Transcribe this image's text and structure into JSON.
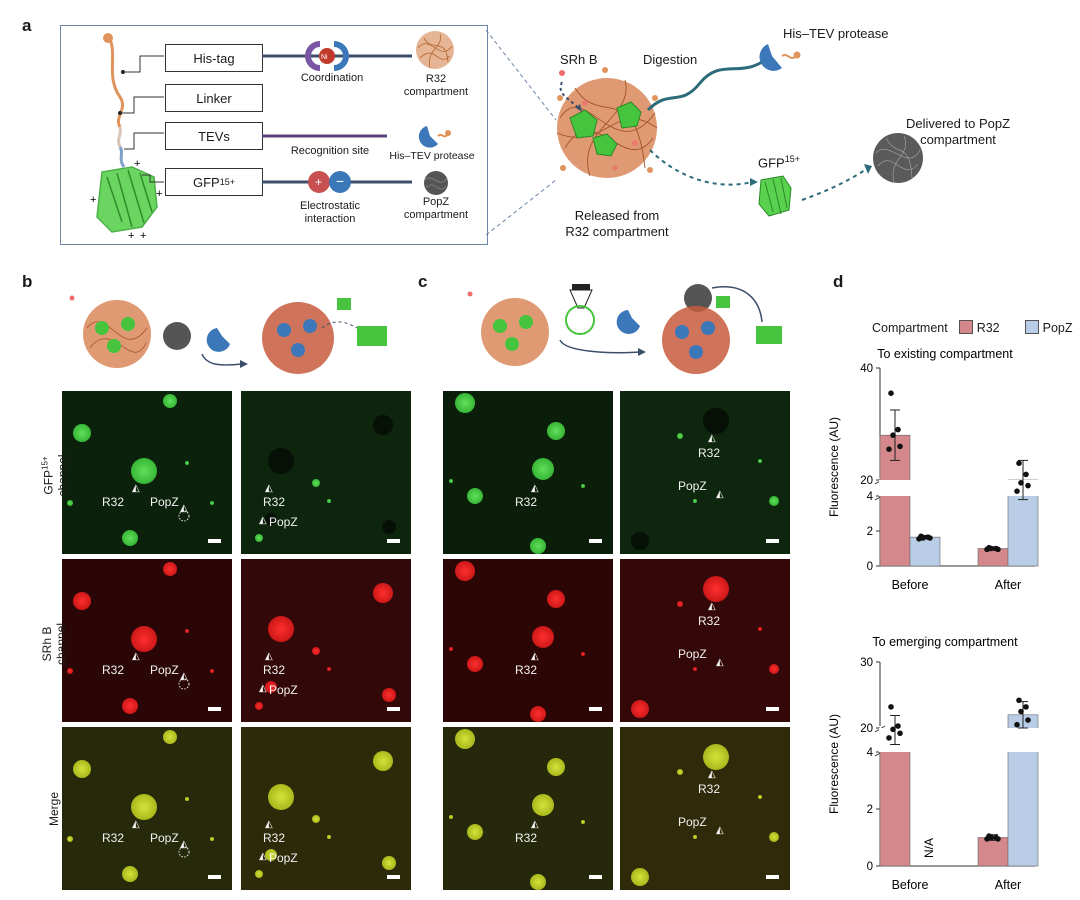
{
  "panel_letters": {
    "a": "a",
    "b": "b",
    "c": "c",
    "d": "d"
  },
  "panel_a": {
    "boxes": [
      "His-tag",
      "Linker",
      "TEVs",
      "GFP"
    ],
    "gfp_sup": "15+",
    "coordination": "Coordination",
    "ni": "Ni",
    "ni_sup": "2+",
    "r32_compartment": [
      "R32",
      "compartment"
    ],
    "recognition_site": "Recognition site",
    "his_tev_small": "His–TEV protease",
    "electrostatic": [
      "Electrostatic",
      "interaction"
    ],
    "popz_compartment": [
      "PopZ",
      "compartment"
    ],
    "srhb": "SRh B",
    "digestion": "Digestion",
    "his_tev_protease": "His–TEV protease",
    "delivered": [
      "Delivered to PopZ",
      "compartment"
    ],
    "gfp15": "GFP",
    "released": [
      "Released from",
      "R32 compartment"
    ]
  },
  "micro": {
    "row_labels": [
      [
        "GFP",
        "15+",
        "channel"
      ],
      [
        "SRh B",
        "channel"
      ],
      [
        "Merge"
      ]
    ],
    "labels": {
      "r32": "R32",
      "popz": "PopZ"
    }
  },
  "panel_d": {
    "legend_title": "Compartment",
    "legend_items": [
      {
        "name": "R32",
        "color": "#d4888b"
      },
      {
        "name": "PopZ",
        "color": "#b9cde6"
      }
    ],
    "ylabel": "Fluorescence (AU)",
    "na_label": "N/A"
  },
  "chart_data": [
    {
      "type": "bar",
      "title": "To existing compartment",
      "categories": [
        "Before",
        "After"
      ],
      "ylabel": "Fluorescence (AU)",
      "axis_ticks_low": [
        0,
        2,
        4
      ],
      "axis_ticks_high": [
        20,
        40
      ],
      "series": [
        {
          "name": "R32",
          "values": [
            28,
            1.0
          ],
          "error": [
            4.5,
            0.1
          ],
          "points": [
            [
              35.5,
              29,
              28,
              26,
              25.5
            ],
            [
              1.05,
              1.0,
              1.0,
              0.95,
              0.95
            ]
          ]
        },
        {
          "name": "PopZ",
          "values": [
            1.65,
            20
          ],
          "error": [
            0.1,
            3.5
          ],
          "points": [
            [
              1.7,
              1.65,
              1.6,
              1.6,
              1.55
            ],
            [
              23,
              21,
              19.5,
              19,
              18
            ]
          ]
        }
      ]
    },
    {
      "type": "bar",
      "title": "To emerging compartment",
      "categories": [
        "Before",
        "After"
      ],
      "ylabel": "Fluorescence (AU)",
      "axis_ticks_low": [
        0,
        2,
        4
      ],
      "axis_ticks_high": [
        20,
        30
      ],
      "series": [
        {
          "name": "R32",
          "values": [
            19.7,
            1.0
          ],
          "error": [
            2.2,
            0.1
          ],
          "points": [
            [
              23.2,
              20.3,
              19.8,
              19.2,
              18.5
            ],
            [
              1.05,
              1.0,
              1.0,
              0.95,
              0.95
            ]
          ]
        },
        {
          "name": "PopZ",
          "values": [
            null,
            22
          ],
          "error": [
            null,
            2
          ],
          "points": [
            [],
            [
              24.2,
              23.2,
              22.5,
              21.2,
              20.5
            ]
          ]
        }
      ]
    }
  ]
}
